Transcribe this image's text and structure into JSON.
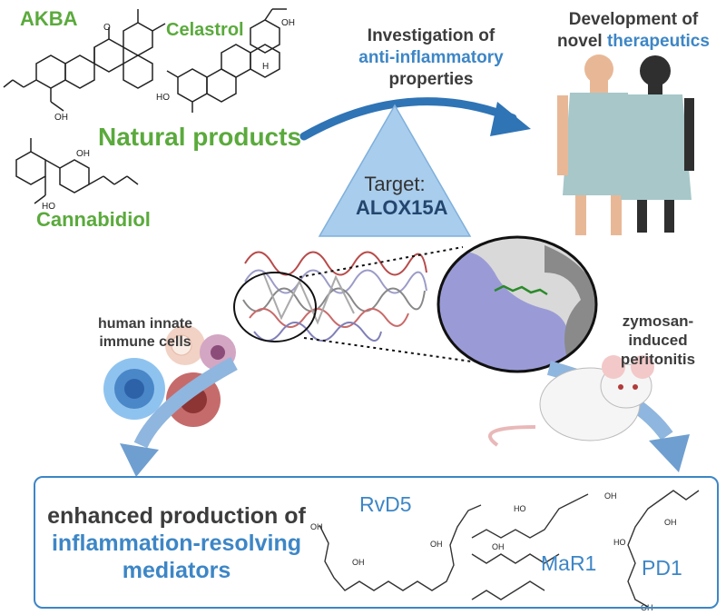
{
  "natural_products": {
    "akba": "AKBA",
    "celastrol": "Celastrol",
    "heading": "Natural products",
    "cannabidiol": "Cannabidiol"
  },
  "structure_labels": {
    "o": "O",
    "oh": "OH",
    "ho": "HO",
    "h": "H"
  },
  "investigation": {
    "line1": "Investigation of",
    "line2": "anti-inflammatory",
    "line3": "properties"
  },
  "development": {
    "line1": "Development of",
    "line2a": "novel ",
    "line2b": "therapeutics"
  },
  "target": {
    "line1": "Target:",
    "line2": "ALOX15A"
  },
  "cells": {
    "line1": "human innate",
    "line2": "immune cells"
  },
  "model": {
    "line1": "zymosan-",
    "line2": "induced",
    "line3": "peritonitis"
  },
  "result": {
    "line1": "enhanced production of",
    "line2": "inflammation-resolving",
    "line3": "mediators"
  },
  "mediators": {
    "rvd5": "RvD5",
    "mar1": "MaR1",
    "pd1": "PD1"
  },
  "colors": {
    "green": "#5aaa3c",
    "blue": "#3d86c6",
    "arrow_blue": "#2f74b5",
    "triangle": "#a9cdec",
    "gown": "#a7c7c9"
  }
}
